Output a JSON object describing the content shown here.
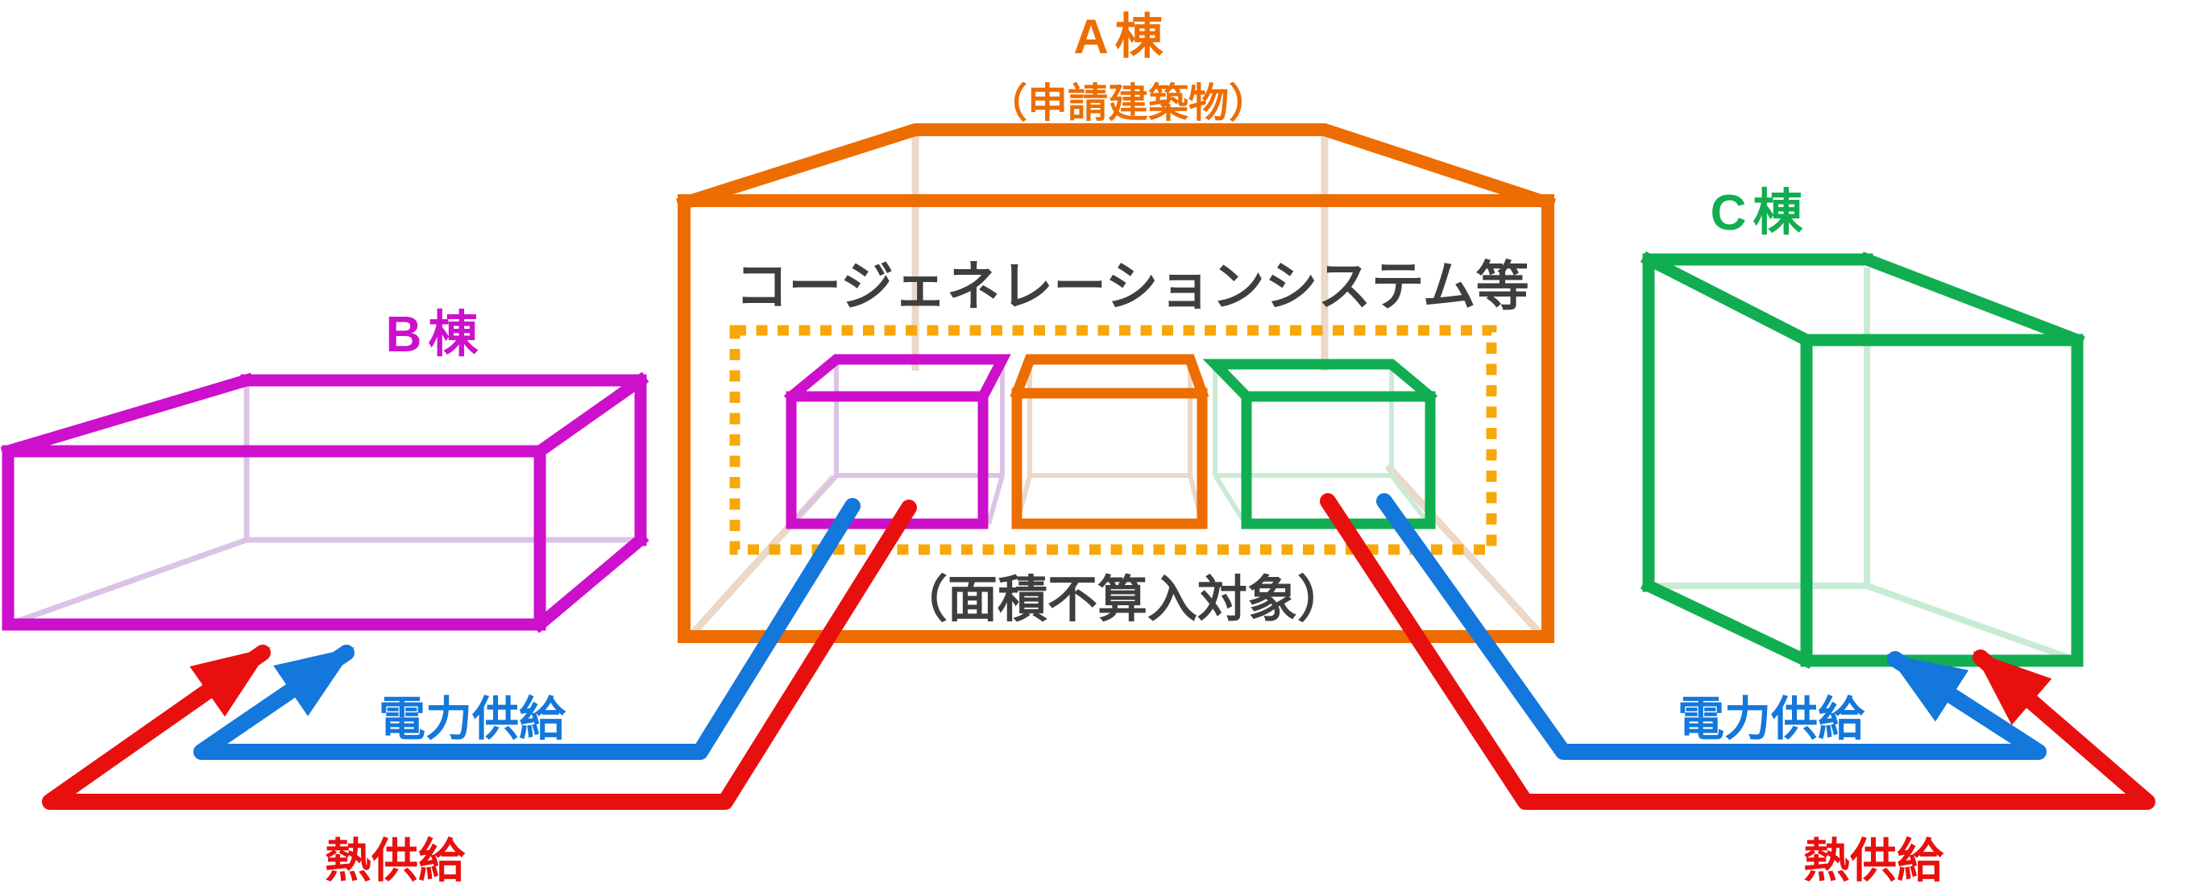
{
  "diagram": {
    "building_a": {
      "name": "A棟",
      "subtitle": "（申請建築物）",
      "color": "#ED6D00",
      "hidden_edge_color": "#EBD8C8"
    },
    "building_b": {
      "name": "B棟",
      "color": "#CC10CC",
      "hidden_edge_color": "#DCC3E6"
    },
    "building_c": {
      "name": "C棟",
      "color": "#10AE50",
      "hidden_edge_color": "#C9EBD4"
    },
    "system": {
      "title": "コージェネレーションシステム等",
      "note": "（面積不算入対象）",
      "boundary_color": "#F7A808",
      "text_color": "#3E3E3E"
    },
    "unit_boxes": {
      "magenta_color": "#CC10CC",
      "magenta_hidden_color": "#DCC3E6",
      "orange_color": "#ED6D00",
      "orange_hidden_color": "#EBD8C8",
      "green_color": "#10AE50",
      "green_hidden_color": "#C9EBD4"
    },
    "flows": {
      "power_label_left": "電力供給",
      "power_label_right": "電力供給",
      "power_color": "#1377DB",
      "heat_label_left": "熱供給",
      "heat_label_right": "熱供給",
      "heat_color": "#E8100F"
    }
  }
}
